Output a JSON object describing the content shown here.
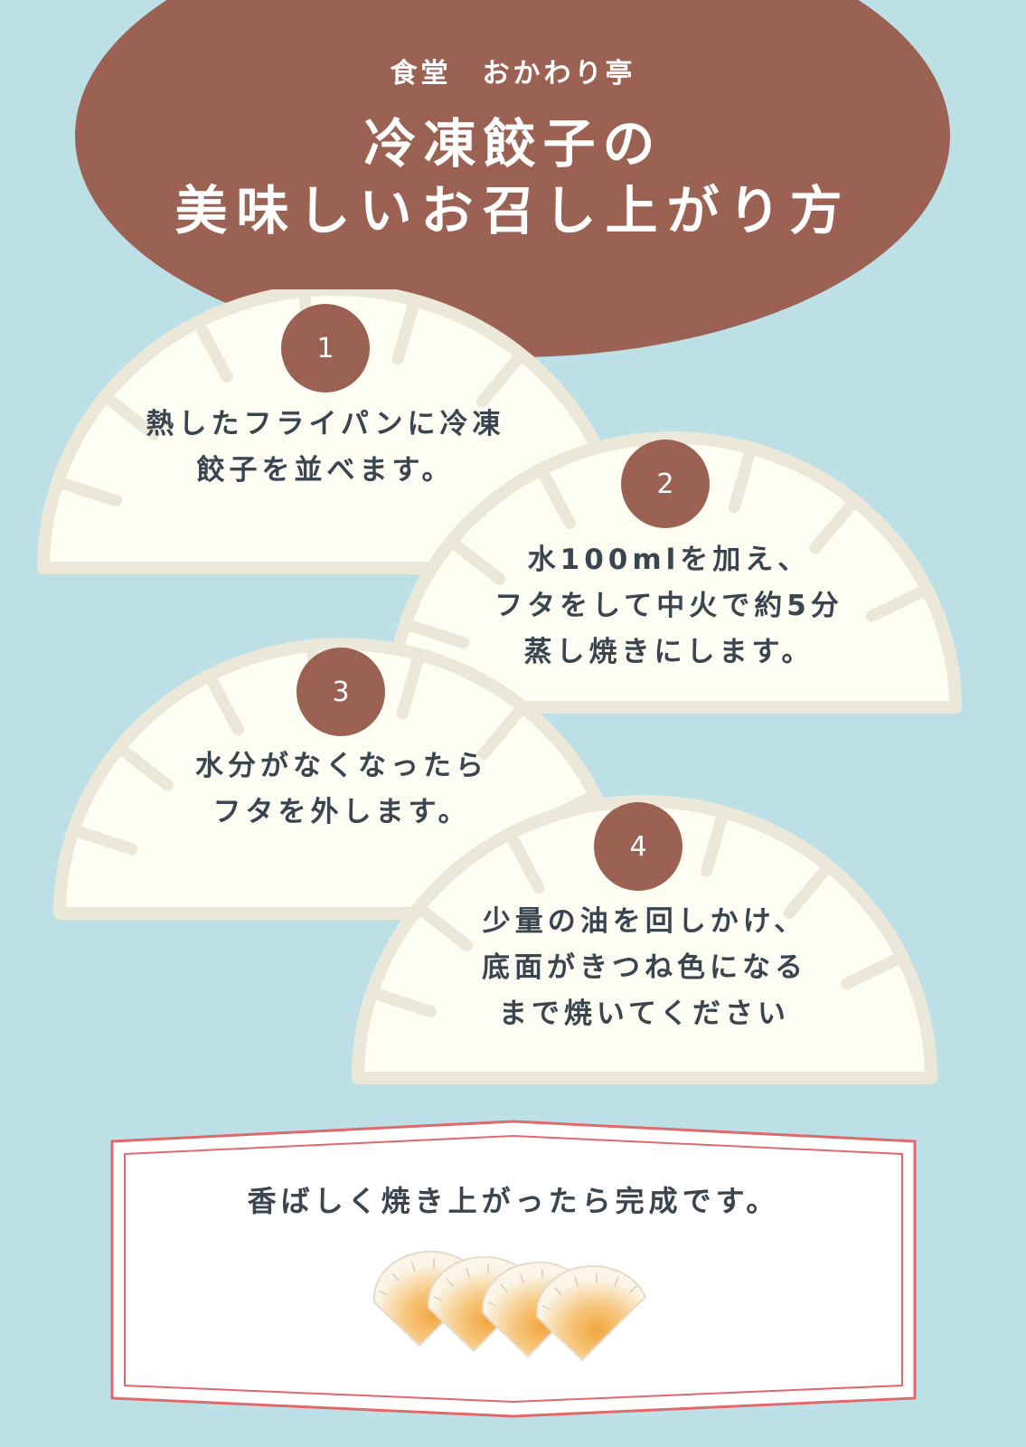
{
  "header": {
    "shop_name": "食堂　おかわり亭",
    "title_line1": "冷凍餃子の",
    "title_line2": "美味しいお召し上がり方"
  },
  "steps": [
    {
      "number": "1",
      "lines": [
        "熱したフライパンに冷凍",
        "餃子を並べます。"
      ]
    },
    {
      "number": "2",
      "lines": [
        "水100mlを加え、",
        "フタをして中火で約5分",
        "蒸し焼きにします。"
      ]
    },
    {
      "number": "3",
      "lines": [
        "水分がなくなったら",
        "フタを外します。"
      ]
    },
    {
      "number": "4",
      "lines": [
        "少量の油を回しかけ、",
        "底面がきつね色になる",
        "まで焼いてください"
      ]
    }
  ],
  "finish": {
    "text": "香ばしく焼き上がったら完成です。"
  },
  "colors": {
    "background": "#bde0e6",
    "brown": "#9b6253",
    "cream": "#fefdf3",
    "rim": "#ebe8d9",
    "frame": "#e1686b",
    "text": "#3a4550"
  }
}
